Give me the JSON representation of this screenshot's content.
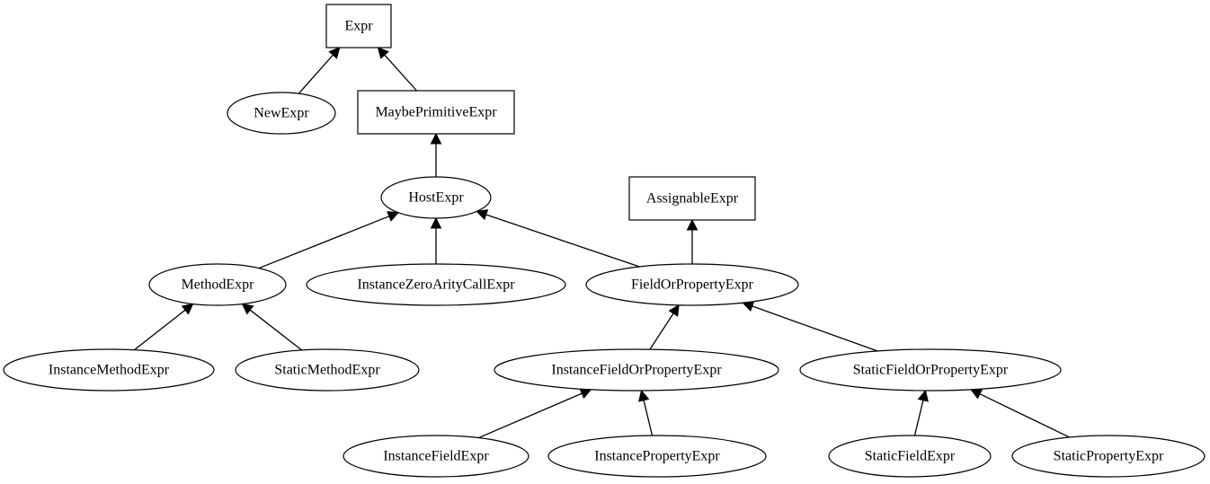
{
  "nodes": [
    {
      "id": "expr",
      "label": "Expr",
      "shape": "box"
    },
    {
      "id": "newexpr",
      "label": "NewExpr",
      "shape": "ellipse"
    },
    {
      "id": "maybeprimitive",
      "label": "MaybePrimitiveExpr",
      "shape": "box"
    },
    {
      "id": "hostexpr",
      "label": "HostExpr",
      "shape": "ellipse"
    },
    {
      "id": "assignable",
      "label": "AssignableExpr",
      "shape": "box"
    },
    {
      "id": "methodexpr",
      "label": "MethodExpr",
      "shape": "ellipse"
    },
    {
      "id": "instancezero",
      "label": "InstanceZeroArityCallExpr",
      "shape": "ellipse"
    },
    {
      "id": "fieldorprop",
      "label": "FieldOrPropertyExpr",
      "shape": "ellipse"
    },
    {
      "id": "instancemethod",
      "label": "InstanceMethodExpr",
      "shape": "ellipse"
    },
    {
      "id": "staticmethod",
      "label": "StaticMethodExpr",
      "shape": "ellipse"
    },
    {
      "id": "instancefieldorprop",
      "label": "InstanceFieldOrPropertyExpr",
      "shape": "ellipse"
    },
    {
      "id": "staticfieldorprop",
      "label": "StaticFieldOrPropertyExpr",
      "shape": "ellipse"
    },
    {
      "id": "instancefield",
      "label": "InstanceFieldExpr",
      "shape": "ellipse"
    },
    {
      "id": "instanceproperty",
      "label": "InstancePropertyExpr",
      "shape": "ellipse"
    },
    {
      "id": "staticfield",
      "label": "StaticFieldExpr",
      "shape": "ellipse"
    },
    {
      "id": "staticproperty",
      "label": "StaticPropertyExpr",
      "shape": "ellipse"
    }
  ],
  "edges": [
    {
      "from": "newexpr",
      "to": "expr"
    },
    {
      "from": "maybeprimitive",
      "to": "expr"
    },
    {
      "from": "hostexpr",
      "to": "maybeprimitive"
    },
    {
      "from": "methodexpr",
      "to": "hostexpr"
    },
    {
      "from": "instancezero",
      "to": "hostexpr"
    },
    {
      "from": "fieldorprop",
      "to": "hostexpr"
    },
    {
      "from": "fieldorprop",
      "to": "assignable"
    },
    {
      "from": "instancemethod",
      "to": "methodexpr"
    },
    {
      "from": "staticmethod",
      "to": "methodexpr"
    },
    {
      "from": "instancefieldorprop",
      "to": "fieldorprop"
    },
    {
      "from": "staticfieldorprop",
      "to": "fieldorprop"
    },
    {
      "from": "instancefield",
      "to": "instancefieldorprop"
    },
    {
      "from": "instanceproperty",
      "to": "instancefieldorprop"
    },
    {
      "from": "staticfield",
      "to": "staticfieldorprop"
    },
    {
      "from": "staticproperty",
      "to": "staticfieldorprop"
    }
  ]
}
